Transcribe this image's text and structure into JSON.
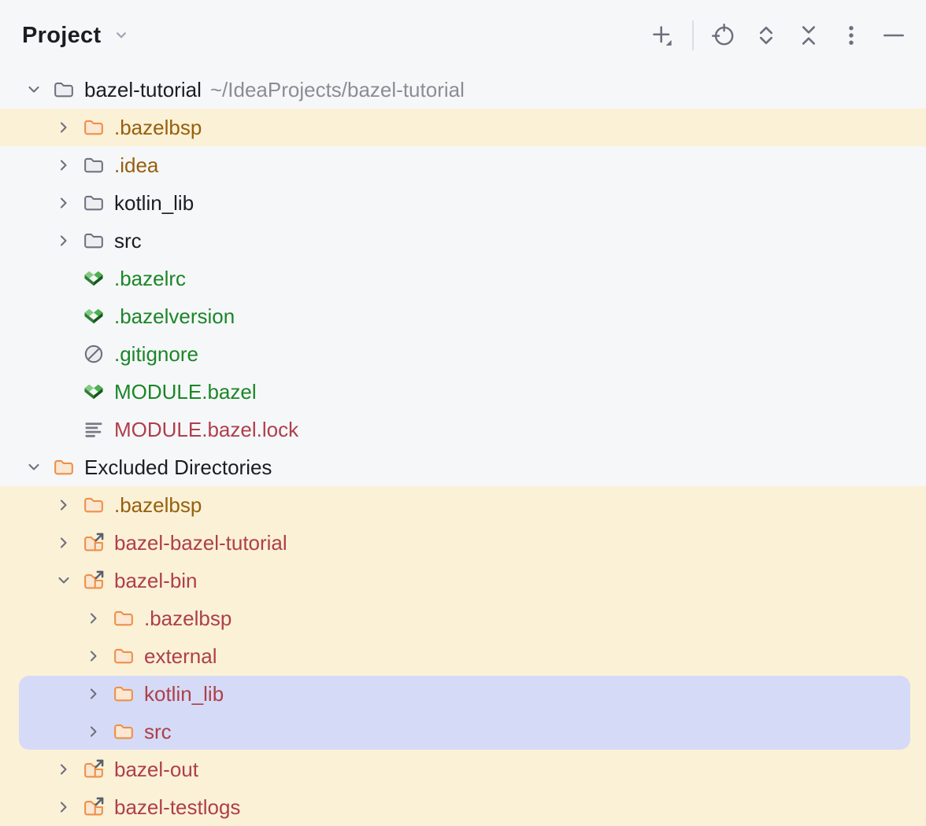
{
  "header": {
    "title": "Project",
    "toolbar": {
      "add": "add-icon",
      "locate": "locate-opened-file-icon",
      "expand_all": "expand-all-icon",
      "collapse_all": "collapse-all-icon",
      "more": "more-options-icon",
      "hide": "hide-icon"
    }
  },
  "tree": {
    "rows": [
      {
        "label": "bazel-tutorial",
        "path": "~/IdeaProjects/bazel-tutorial",
        "level": 0,
        "icon": "folder",
        "state": "expanded",
        "color": "default"
      },
      {
        "label": ".bazelbsp",
        "level": 1,
        "icon": "excluded-folder",
        "state": "collapsed",
        "color": "ignored",
        "highlight": "excluded"
      },
      {
        "label": ".idea",
        "level": 1,
        "icon": "folder",
        "state": "collapsed",
        "color": "ignored"
      },
      {
        "label": "kotlin_lib",
        "level": 1,
        "icon": "folder",
        "state": "collapsed",
        "color": "default"
      },
      {
        "label": "src",
        "level": 1,
        "icon": "folder",
        "state": "collapsed",
        "color": "default"
      },
      {
        "label": ".bazelrc",
        "level": 1,
        "icon": "bazel-file",
        "color": "added-green"
      },
      {
        "label": ".bazelversion",
        "level": 1,
        "icon": "bazel-file",
        "color": "added-green"
      },
      {
        "label": ".gitignore",
        "level": 1,
        "icon": "ignored-file",
        "color": "added-green"
      },
      {
        "label": "MODULE.bazel",
        "level": 1,
        "icon": "bazel-file",
        "color": "added-green"
      },
      {
        "label": "MODULE.bazel.lock",
        "level": 1,
        "icon": "text-file",
        "color": "unversioned-red"
      },
      {
        "label": "Excluded Directories",
        "level": 0,
        "icon": "excluded-folder",
        "state": "expanded",
        "color": "default"
      },
      {
        "label": ".bazelbsp",
        "level": 1,
        "icon": "excluded-folder",
        "state": "collapsed",
        "color": "ignored",
        "highlight": "excluded"
      },
      {
        "label": "bazel-bazel-tutorial",
        "level": 1,
        "icon": "symlinked-folder",
        "state": "collapsed",
        "color": "unversioned-red",
        "highlight": "excluded"
      },
      {
        "label": "bazel-bin",
        "level": 1,
        "icon": "symlinked-folder",
        "state": "expanded",
        "color": "unversioned-red",
        "highlight": "excluded"
      },
      {
        "label": ".bazelbsp",
        "level": 2,
        "icon": "excluded-folder",
        "state": "collapsed",
        "color": "unversioned-red",
        "highlight": "excluded"
      },
      {
        "label": "external",
        "level": 2,
        "icon": "excluded-folder",
        "state": "collapsed",
        "color": "unversioned-red",
        "highlight": "excluded"
      },
      {
        "label": "kotlin_lib",
        "level": 2,
        "icon": "excluded-folder",
        "state": "collapsed",
        "color": "unversioned-red",
        "highlight": "excluded",
        "selected": true
      },
      {
        "label": "src",
        "level": 2,
        "icon": "excluded-folder",
        "state": "collapsed",
        "color": "unversioned-red",
        "highlight": "excluded",
        "selected": true
      },
      {
        "label": "bazel-out",
        "level": 1,
        "icon": "symlinked-folder",
        "state": "collapsed",
        "color": "unversioned-red",
        "highlight": "excluded"
      },
      {
        "label": "bazel-testlogs",
        "level": 1,
        "icon": "symlinked-folder",
        "state": "collapsed",
        "color": "unversioned-red",
        "highlight": "excluded"
      }
    ]
  },
  "colors": {
    "window_bg": "#F6F7F9",
    "excluded_row_bg": "#FBF1D7",
    "selection_bg": "#D5DBF6",
    "default_text": "#1C1D21",
    "ignored_text": "#96600E",
    "unversioned_text": "#AE3F4B",
    "added_text": "#1B8628",
    "path_text": "#8B8D95",
    "icon_gray": "#6C707E",
    "folder_orange": "#ED9049"
  }
}
